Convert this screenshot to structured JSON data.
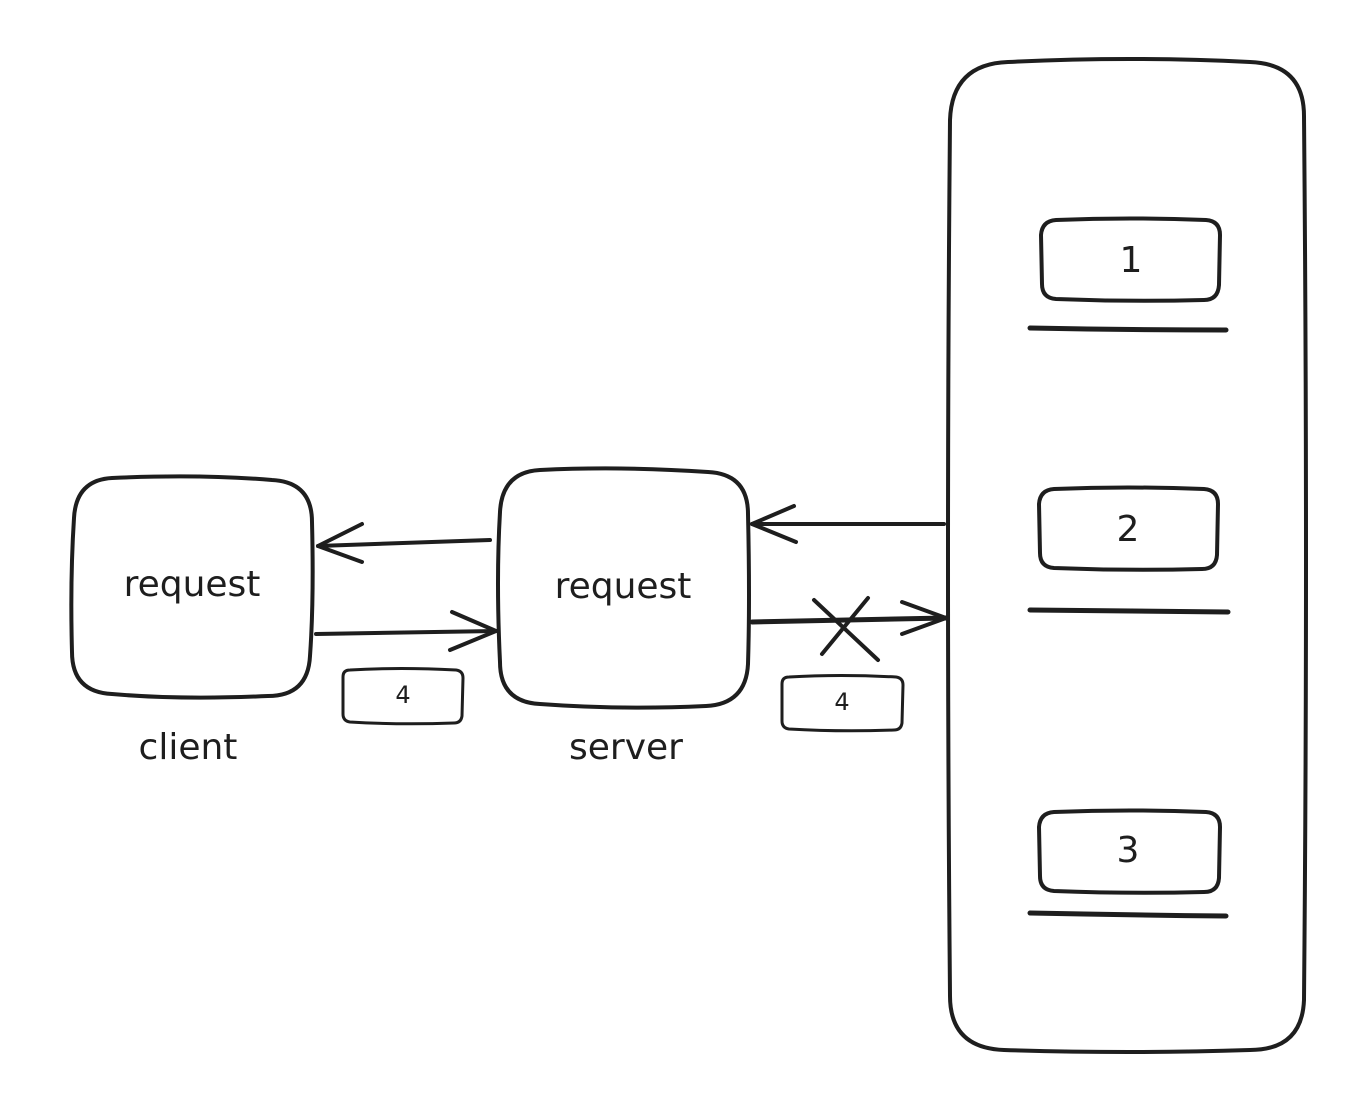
{
  "client": {
    "box_text": "request",
    "caption": "client"
  },
  "server": {
    "box_text": "request",
    "caption": "server"
  },
  "client_to_server_payload": {
    "text": "4"
  },
  "server_to_store_payload": {
    "text": "4"
  },
  "store": {
    "items": [
      {
        "label": "1"
      },
      {
        "label": "2"
      },
      {
        "label": "3"
      }
    ]
  },
  "colors": {
    "stroke": "#1e1e1e",
    "background": "#ffffff"
  }
}
